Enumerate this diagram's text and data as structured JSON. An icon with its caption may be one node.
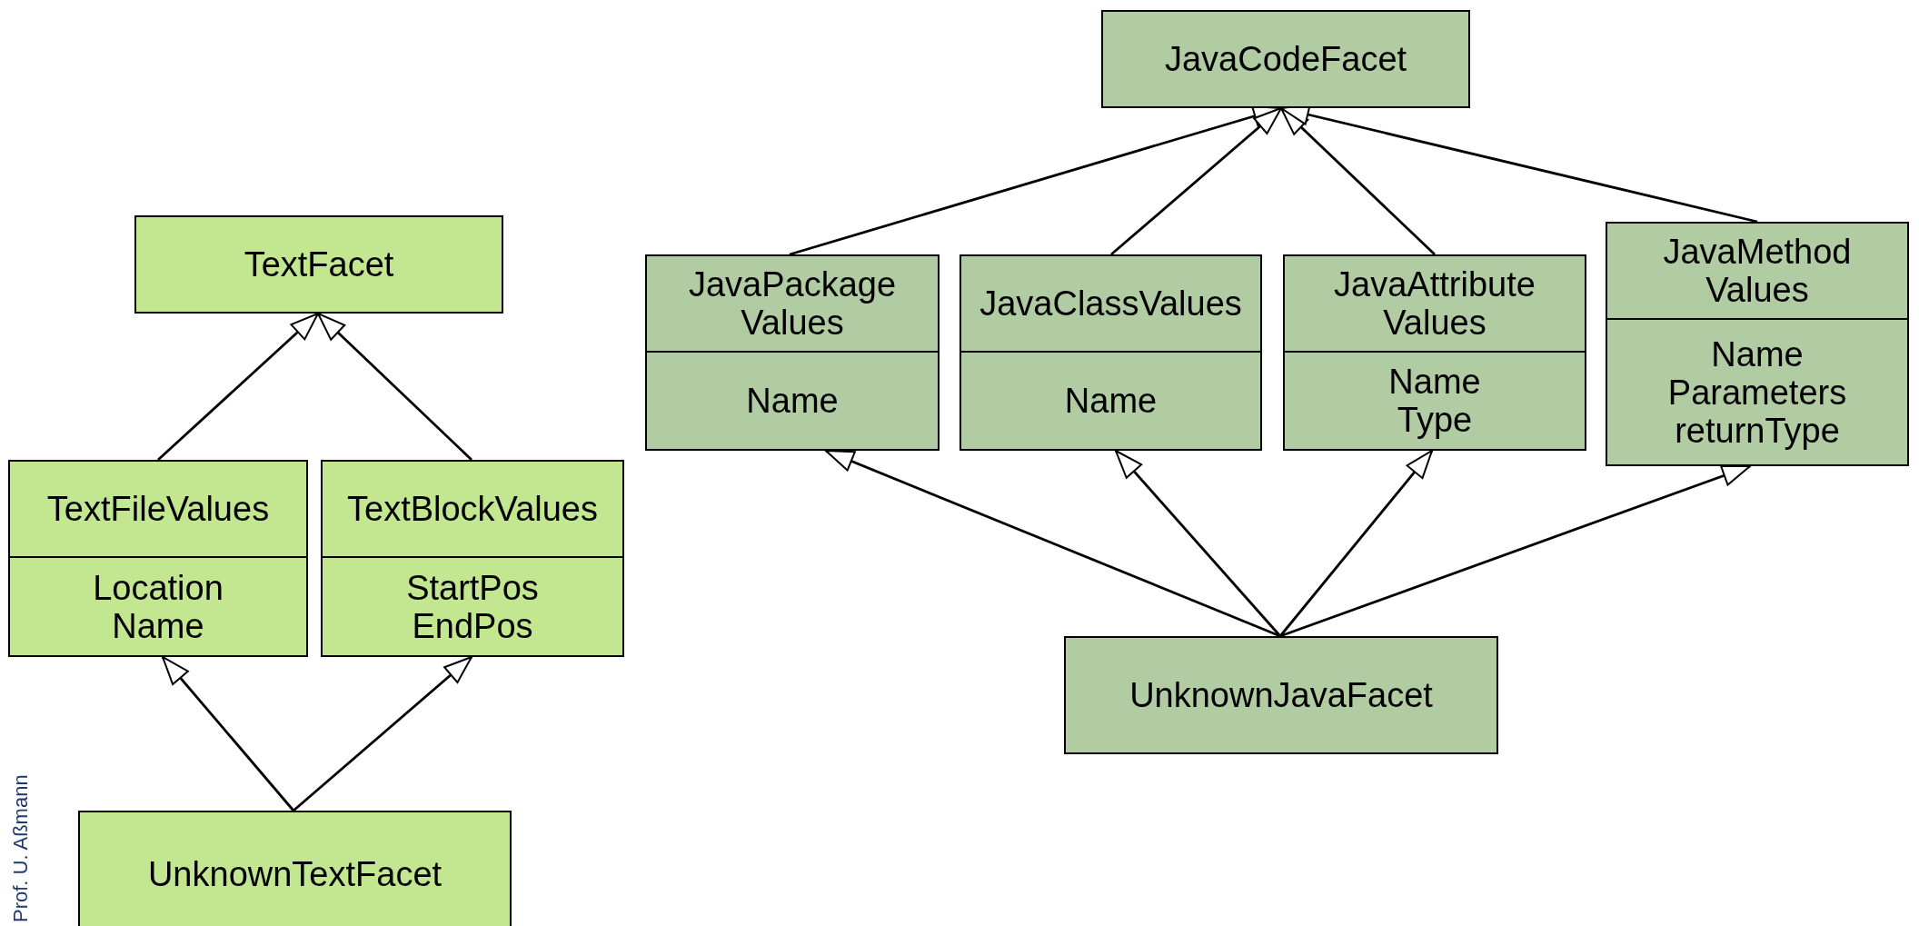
{
  "diagram": {
    "nodes": [
      {
        "text": [
          "TextFacet"
        ]
      },
      {
        "text": [
          "TextFileValues",
          "Location Name"
        ]
      },
      {
        "text": [
          "TextBlockValues",
          "StartPos EndPos"
        ]
      },
      {
        "text": [
          "UnknownTextFacet"
        ]
      },
      {
        "text": [
          "JavaCodeFacet"
        ]
      },
      {
        "text": [
          "JavaPackage Values",
          "Name"
        ]
      },
      {
        "text": [
          "JavaClassValues",
          "Name"
        ]
      },
      {
        "text": [
          "JavaAttribute Values",
          "Name Type"
        ]
      },
      {
        "text": [
          "JavaMethod Values",
          "Name Parameters returnType"
        ]
      },
      {
        "text": [
          "UnknownJavaFacet"
        ]
      }
    ],
    "edges": [
      {
        "from": 1,
        "to": 0,
        "arrow": "to"
      },
      {
        "from": 2,
        "to": 0,
        "arrow": "to"
      },
      {
        "from": 3,
        "to": 1,
        "arrow": "to"
      },
      {
        "from": 3,
        "to": 2,
        "arrow": "to"
      },
      {
        "from": 5,
        "to": 4,
        "arrow": "to"
      },
      {
        "from": 6,
        "to": 4,
        "arrow": "to"
      },
      {
        "from": 7,
        "to": 4,
        "arrow": "to"
      },
      {
        "from": 8,
        "to": 4,
        "arrow": "to"
      },
      {
        "from": 9,
        "to": 5,
        "arrow": "to"
      },
      {
        "from": 9,
        "to": 6,
        "arrow": "to"
      },
      {
        "from": 9,
        "to": 7,
        "arrow": "to"
      },
      {
        "from": 9,
        "to": 8,
        "arrow": "to"
      }
    ],
    "labels": [
      "Prof. U. Aßmann"
    ]
  }
}
